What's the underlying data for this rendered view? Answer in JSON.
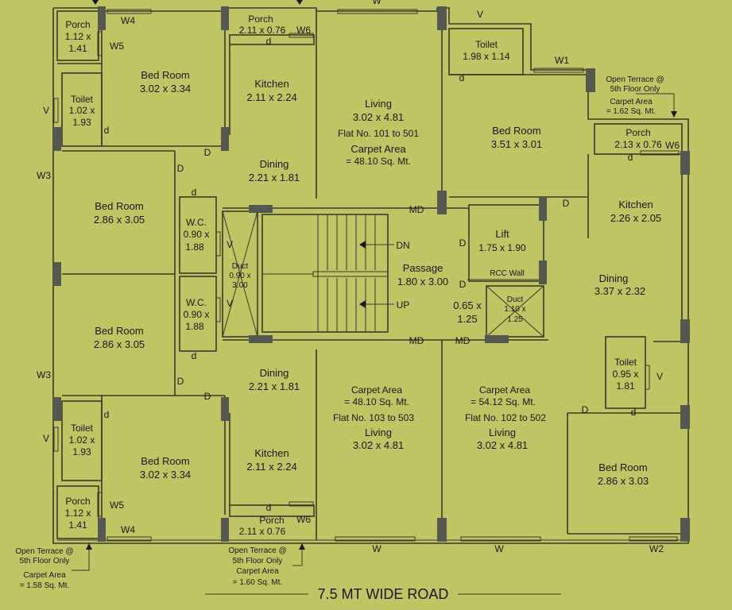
{
  "rooms": {
    "nw_porch": {
      "name": "Porch",
      "size": "1.12 x",
      "size2": "1.41"
    },
    "nw_toilet": {
      "name": "Toilet",
      "size": "1.02 x",
      "size2": "1.93"
    },
    "nw_bed": {
      "name": "Bed Room",
      "size": "3.02 x 3.34"
    },
    "n_porch": {
      "name": "Porch",
      "size": "2.11 x 0.76"
    },
    "n_kitchen": {
      "name": "Kitchen",
      "size": "2.11 x 2.24"
    },
    "n_living": {
      "name": "Living",
      "size": "3.02 x 4.81"
    },
    "n_flat": "Flat No. 101 to 501",
    "n_carpet": "Carpet Area",
    "n_carpet_val": "= 48.10 Sq. Mt.",
    "n_dining": {
      "name": "Dining",
      "size": "2.21 x 1.81"
    },
    "ne_toilet": {
      "name": "Toilet",
      "size": "1.98 x 1.14"
    },
    "ne_bed": {
      "name": "Bed Room",
      "size": "3.51 x 3.01"
    },
    "ne_terrace": [
      "Open Terrace @",
      "5th Floor Only",
      "Carpet Area",
      "= 1.62 Sq. Mt."
    ],
    "e_porch": {
      "name": "Porch",
      "size": "2.13 x 0.76"
    },
    "e_kitchen": {
      "name": "Kitchen",
      "size": "2.26 x 2.05"
    },
    "lift": {
      "name": "Lift",
      "size": "1.75 x 1.90"
    },
    "rcc": "RCC Wall",
    "passage": {
      "name": "Passage",
      "size": "1.80 x 3.00"
    },
    "dn": "DN",
    "up": "UP",
    "w_bed1": {
      "name": "Bed Room",
      "size": "2.86 x 3.05"
    },
    "wc1": {
      "name": "W.C.",
      "size": "0.90 x",
      "size2": "1.88"
    },
    "duct1": {
      "name": "Duct",
      "size": "0.90 x",
      "size2": "3.00"
    },
    "w_bed2": {
      "name": "Bed Room",
      "size": "2.86 x 3.05"
    },
    "wc2": {
      "name": "W.C.",
      "size": "0.90 x",
      "size2": "1.88"
    },
    "small": {
      "size": "0.65 x",
      "size2": "1.25"
    },
    "duct2": {
      "name": "Duct",
      "size": "1.10 x",
      "size2": "1.25"
    },
    "e_dining": {
      "name": "Dining",
      "size": "3.37 x 2.32"
    },
    "s_dining": {
      "name": "Dining",
      "size": "2.21 x 1.81"
    },
    "s_carpet1": "Carpet Area",
    "s_carpet1_val": "= 48.10 Sq. Mt.",
    "s_flat1": "Flat No. 103 to 503",
    "s_living1": {
      "name": "Living",
      "size": "3.02 x 4.81"
    },
    "s_carpet2": "Carpet Area",
    "s_carpet2_val": "= 54.12 Sq. Mt.",
    "s_flat2": "Flat No. 102 to 502",
    "s_living2": {
      "name": "Living",
      "size": "3.02 x 4.81"
    },
    "se_toilet": {
      "name": "Toilet",
      "size": "0.95 x",
      "size2": "1.81"
    },
    "se_bed": {
      "name": "Bed Room",
      "size": "2.86 x 3.03"
    },
    "sw_toilet": {
      "name": "Toilet",
      "size": "1.02 x",
      "size2": "1.93"
    },
    "sw_bed": {
      "name": "Bed Room",
      "size": "3.02 x 3.34"
    },
    "sw_porch": {
      "name": "Porch",
      "size": "1.12 x",
      "size2": "1.41"
    },
    "s_kitchen": {
      "name": "Kitchen",
      "size": "2.11 x 2.24"
    },
    "s_porch": {
      "name": "Porch",
      "size": "2.11 x 0.76"
    },
    "sw_terrace": [
      "Open Terrace @",
      "5th Floor Only",
      "Carpet Area",
      "= 1.58 Sq. Mt."
    ],
    "s_terrace": [
      "Open Terrace @",
      "5th Floor Only",
      "Carpet Area",
      "= 1.60 Sq. Mt."
    ]
  },
  "labels": {
    "w": "W",
    "w1": "W1",
    "w2": "W2",
    "w3": "W3",
    "w4": "W4",
    "w5": "W5",
    "w6": "W6",
    "v": "V",
    "d": "D",
    "d_small": "d",
    "md": "MD"
  },
  "road": "7.5 MT WIDE ROAD",
  "colors": {
    "background": "#bfc465",
    "wall": "#3a3a2a",
    "column": "#55584e"
  }
}
